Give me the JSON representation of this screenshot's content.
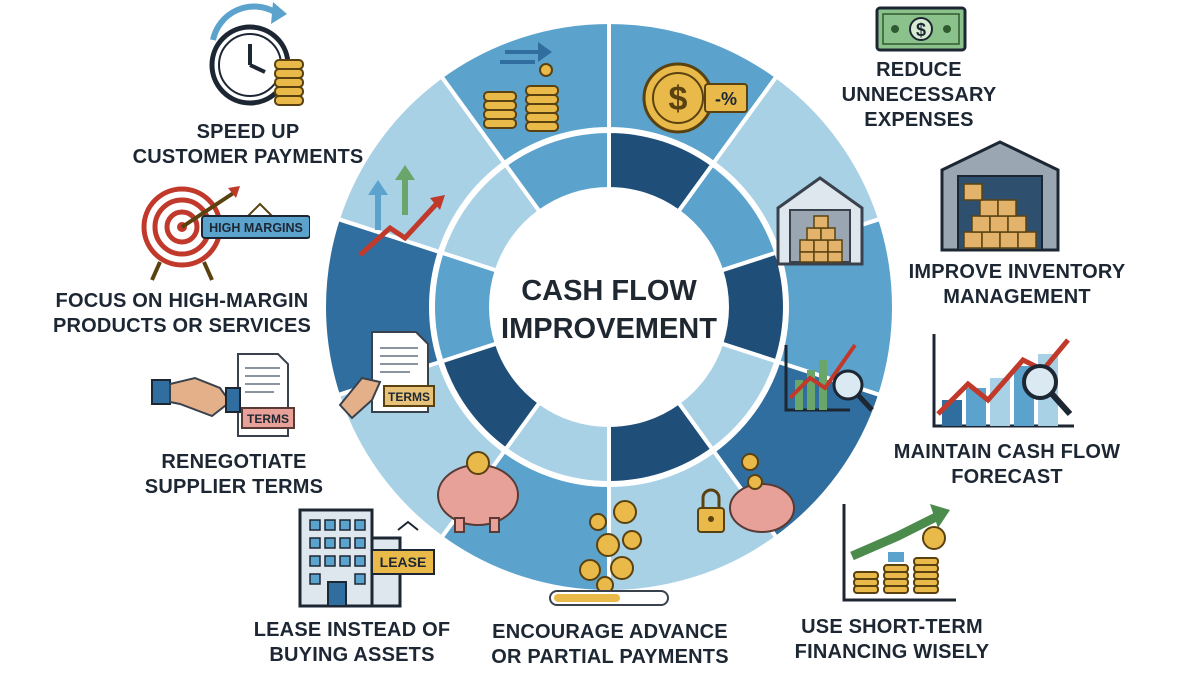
{
  "center": {
    "line1": "CASH FLOW",
    "line2": "IMPROVEMENT"
  },
  "colors": {
    "light": "#a9d1e6",
    "mid": "#5ba3cd",
    "dark": "#2f6e9e",
    "navy": "#1f4f78",
    "gold": "#e9b949",
    "pink": "#e8a199",
    "green": "#4b8b4b",
    "red": "#c0392b",
    "text": "#1d2733"
  },
  "strategies": [
    {
      "id": "speed-up",
      "line1": "SPEED UP",
      "line2": "CUSTOMER PAYMENTS",
      "icon": "clock-coins-icon"
    },
    {
      "id": "high-margin",
      "line1": "FOCUS ON HIGH-MARGIN",
      "line2": "PRODUCTS OR SERVICES",
      "icon": "target-icon",
      "tag": "HIGH MARGINS"
    },
    {
      "id": "renegotiate",
      "line1": "RENEGOTIATE",
      "line2": "SUPPLIER TERMS",
      "icon": "handshake-icon",
      "tag": "TERMS"
    },
    {
      "id": "lease",
      "line1": "LEASE INSTEAD OF",
      "line2": "BUYING ASSETS",
      "icon": "building-icon",
      "tag": "LEASE"
    },
    {
      "id": "advance",
      "line1": "ENCOURAGE ADVANCE",
      "line2": "OR PARTIAL PAYMENTS",
      "icon": "coins-progress-icon"
    },
    {
      "id": "financing",
      "line1": "USE SHORT-TERM",
      "line2": "FINANCING WISELY",
      "icon": "growth-chart-icon"
    },
    {
      "id": "forecast",
      "line1": "MAINTAIN CASH FLOW",
      "line2": "FORECAST",
      "icon": "forecast-chart-icon"
    },
    {
      "id": "inventory",
      "line1": "IMPROVE INVENTORY",
      "line2": "MANAGEMENT",
      "icon": "warehouse-icon"
    },
    {
      "id": "expenses",
      "line1": "REDUCE",
      "line2": "UNNECESSARY",
      "line3": "EXPENSES",
      "icon": "banknote-icon"
    }
  ],
  "wheel_tags": {
    "terms": "TERMS",
    "discount": "-%"
  }
}
